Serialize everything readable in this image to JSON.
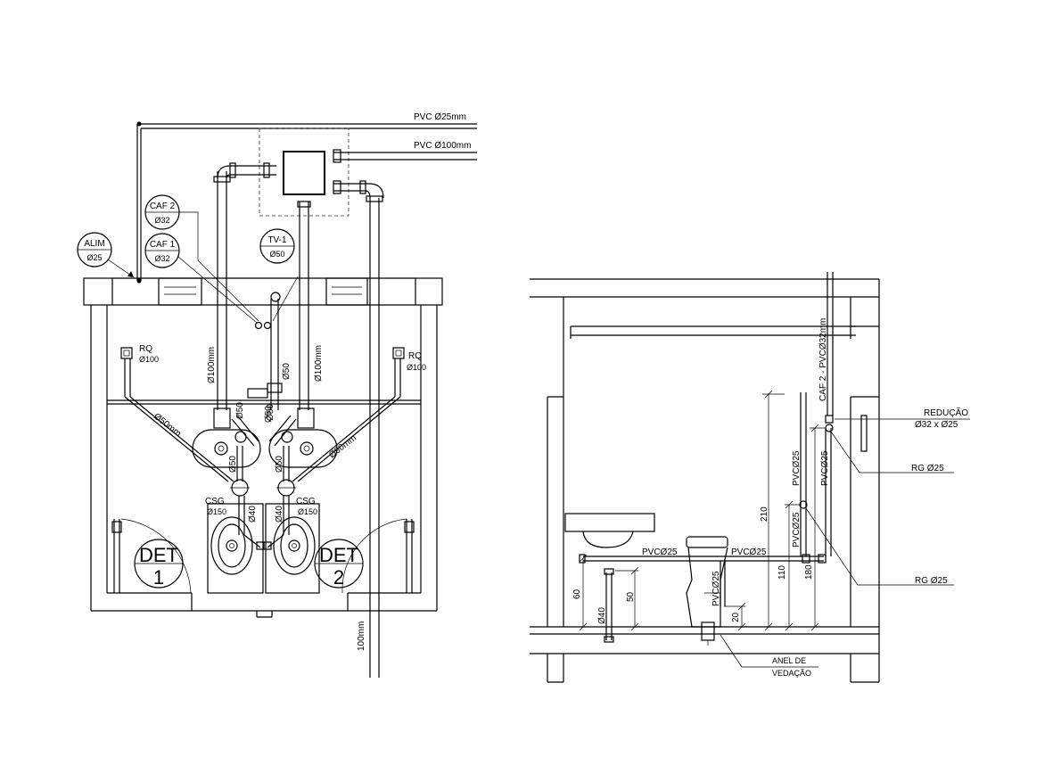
{
  "plan": {
    "pvc_25": "PVC Ø25mm",
    "pvc_100": "PVC Ø100mm",
    "caf2": {
      "name": "CAF 2",
      "dia": "Ø32"
    },
    "caf1": {
      "name": "CAF 1",
      "dia": "Ø32"
    },
    "alim": {
      "name": "ALIM",
      "dia": "Ø25"
    },
    "tv1": {
      "name": "TV-1",
      "dia": "Ø50"
    },
    "rq_left": {
      "name": "RQ",
      "dia": "Ø100"
    },
    "rq_right": {
      "name": "RQ",
      "dia": "Ø100"
    },
    "pipe_100_left": "Ø100mm",
    "pipe_100_right": "Ø100mm",
    "pipe_50_center": "Ø50",
    "pipe_50_center2": "Ø50",
    "pipe_50_left_diag": "Ø50mm",
    "pipe_50_right_diag": "Ø50mm",
    "pipe_50_l1": "Ø50",
    "pipe_50_l2": "Ø50",
    "pipe_50_r1": "Ø50",
    "pipe_50_r2": "Ø50",
    "csg_left": {
      "name": "CSG",
      "dia": "Ø150"
    },
    "csg_right": {
      "name": "CSG",
      "dia": "Ø150"
    },
    "pipe_40_left": "Ø40",
    "pipe_40_right": "Ø40",
    "det1": {
      "name": "DET",
      "num": "1"
    },
    "det2": {
      "name": "DET",
      "num": "2"
    },
    "pipe_100_bottom": "100mm"
  },
  "section": {
    "caf2_riser": "CAF 2 - PVCØ32mm",
    "reducao": "REDUÇÃO",
    "reducao_dims": "Ø32 x Ø25",
    "rg1": "RG  Ø25",
    "rg2": "RG  Ø25",
    "pvc25_left": "PVCØ25",
    "pvc25_mid": "PVCØ25",
    "pvc25_vert": "PVCØ25",
    "pvc25_riser1": "PVCØ25",
    "pvc25_riser2": "PVCØ25",
    "pvc25_riser3": "PVCØ25",
    "dim_210": "210",
    "dim_110": "110",
    "dim_180": "180",
    "dim_60": "60",
    "dim_50": "50",
    "dim_20": "20",
    "pipe_40": "Ø40",
    "anel_1": "ANEL DE",
    "anel_2": "VEDAÇÃO"
  }
}
